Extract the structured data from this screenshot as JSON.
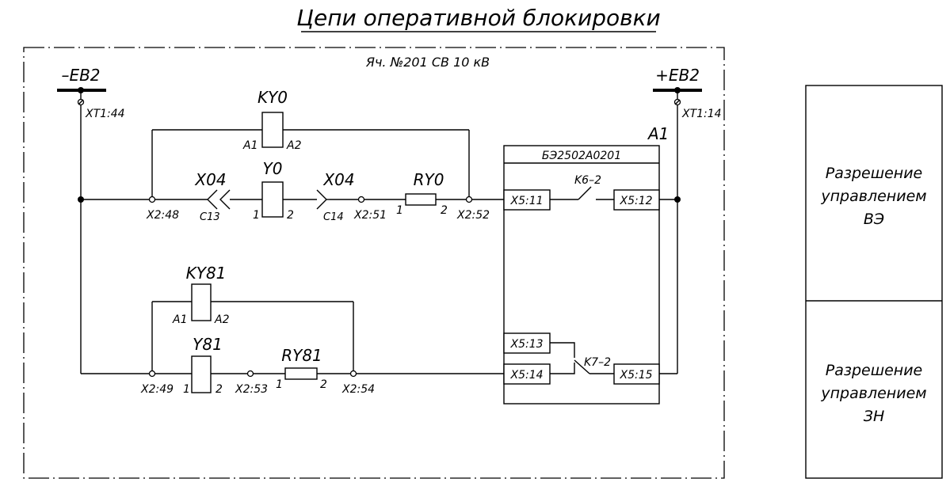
{
  "title": "Цепи оперативной блокировки",
  "cell_label": "Яч. №201 СВ 10 кВ",
  "buses": {
    "left": {
      "name": "–EB2",
      "terminal": "XT1:44"
    },
    "right": {
      "name": "+EB2",
      "terminal": "XT1:14"
    }
  },
  "branch1": {
    "relay": {
      "name": "KY0",
      "pin_a": "A1",
      "pin_b": "A2"
    },
    "coil": {
      "name": "Y0",
      "pin1": "1",
      "pin2": "2"
    },
    "connector_left": {
      "name": "X04",
      "pin": "C13"
    },
    "connector_right": {
      "name": "X04",
      "pin": "C14"
    },
    "resistor": {
      "name": "RY0",
      "pin1": "1",
      "pin2": "2"
    },
    "terminals": [
      "X2:48",
      "X2:51",
      "X2:52"
    ]
  },
  "branch2": {
    "relay": {
      "name": "KY81",
      "pin_a": "A1",
      "pin_b": "A2"
    },
    "coil": {
      "name": "Y81",
      "pin1": "1",
      "pin2": "2"
    },
    "resistor": {
      "name": "RY81",
      "pin1": "1",
      "pin2": "2"
    },
    "terminals": [
      "X2:49",
      "X2:53",
      "X2:54"
    ]
  },
  "module": {
    "name": "A1",
    "type": "БЭ2502А0201",
    "contact1": {
      "name": "K6–2",
      "in": "X5:11",
      "out": "X5:12"
    },
    "contact2": {
      "name": "K7–2",
      "in_top": "X5:13",
      "in_bottom": "X5:14",
      "out": "X5:15"
    }
  },
  "side_table": {
    "row1": [
      "Разрешение",
      "управлением",
      "ВЭ"
    ],
    "row2": [
      "Разрешение",
      "управлением",
      "ЗН"
    ]
  }
}
